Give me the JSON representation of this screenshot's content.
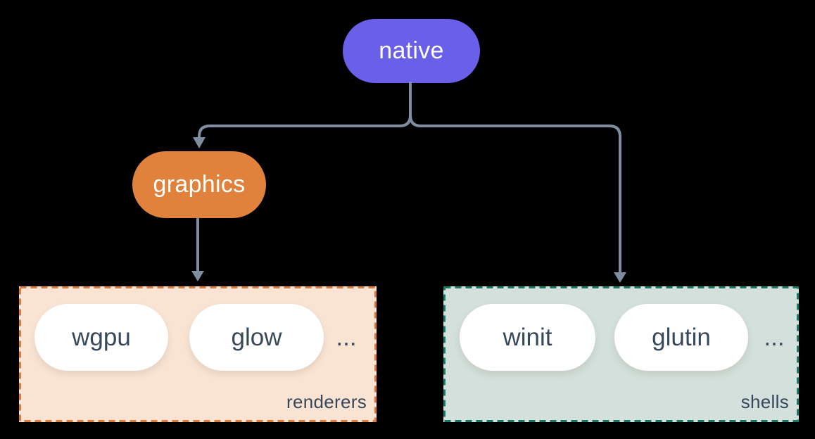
{
  "diagram": {
    "background": "#000000",
    "connector_color": "#7e8da0",
    "pill_text_color": "#36485a",
    "nodes": {
      "native": {
        "label": "native",
        "color": "#6a5fe8",
        "text_color": "#ffffff"
      },
      "graphics": {
        "label": "graphics",
        "color": "#e0813c",
        "text_color": "#ffffff"
      }
    },
    "groups": {
      "renderers": {
        "label": "renderers",
        "fill": "#f9e4d4",
        "border": "#e07b39",
        "items": [
          {
            "label": "wgpu"
          },
          {
            "label": "glow"
          }
        ],
        "ellipsis": "..."
      },
      "shells": {
        "label": "shells",
        "fill": "#d3e0db",
        "border": "#187a66",
        "items": [
          {
            "label": "winit"
          },
          {
            "label": "glutin"
          }
        ],
        "ellipsis": "..."
      }
    }
  }
}
